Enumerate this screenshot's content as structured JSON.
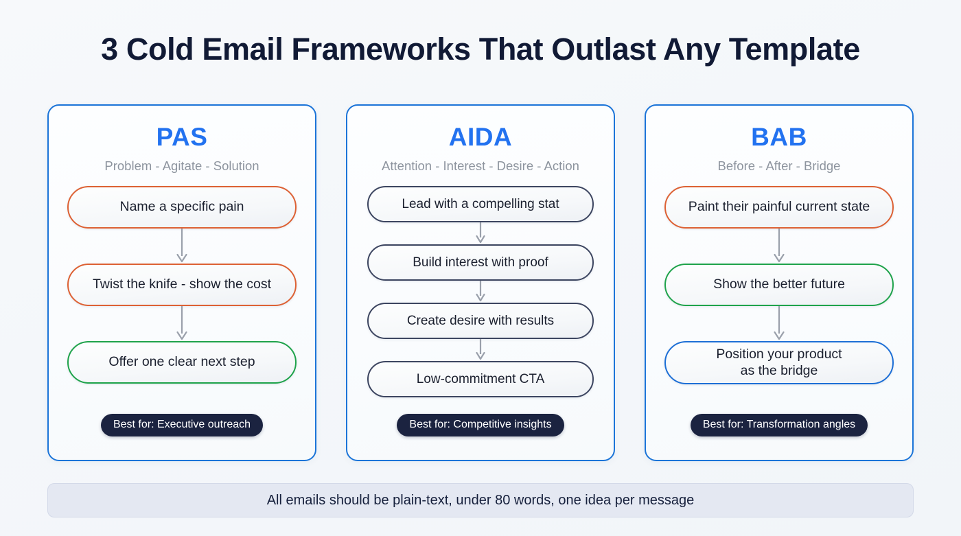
{
  "page": {
    "title": "3 Cold Email Frameworks That Outlast Any Template"
  },
  "colors": {
    "background": "#f6f8fa",
    "card_border": "#1b74d8",
    "acronym_blue": "#2272f0",
    "expansion_gray": "#8d949e",
    "step_orange": "#dd6134",
    "step_green": "#1fa34b",
    "step_blue": "#1d6fd6",
    "step_slate": "#3c4560",
    "badge_navy": "#1b2340",
    "arrow_gray": "#9aa0ab",
    "footer_bg": "#e4e8f2",
    "title_navy": "#111a35"
  },
  "cards": [
    {
      "acronym": "PAS",
      "expansion": "Problem - Agitate - Solution",
      "steps": [
        {
          "label": "Name a specific pain",
          "tone": "orange"
        },
        {
          "label": "Twist the knife - show the cost",
          "tone": "orange"
        },
        {
          "label": "Offer one clear next step",
          "tone": "green"
        }
      ],
      "badge": "Best for: Executive outreach"
    },
    {
      "acronym": "AIDA",
      "expansion": "Attention - Interest - Desire - Action",
      "steps": [
        {
          "label": "Lead with a compelling stat",
          "tone": "slate"
        },
        {
          "label": "Build interest with proof",
          "tone": "slate"
        },
        {
          "label": "Create desire with results",
          "tone": "slate"
        },
        {
          "label": "Low-commitment CTA",
          "tone": "slate"
        }
      ],
      "badge": "Best for: Competitive insights"
    },
    {
      "acronym": "BAB",
      "expansion": "Before - After - Bridge",
      "steps": [
        {
          "label": "Paint their painful current state",
          "tone": "orange"
        },
        {
          "label": "Show the better future",
          "tone": "green"
        },
        {
          "label": "Position your product\nas the bridge",
          "tone": "blue"
        }
      ],
      "badge": "Best for: Transformation angles"
    }
  ],
  "footer": {
    "note": "All emails should be plain-text, under 80 words, one idea per message"
  }
}
